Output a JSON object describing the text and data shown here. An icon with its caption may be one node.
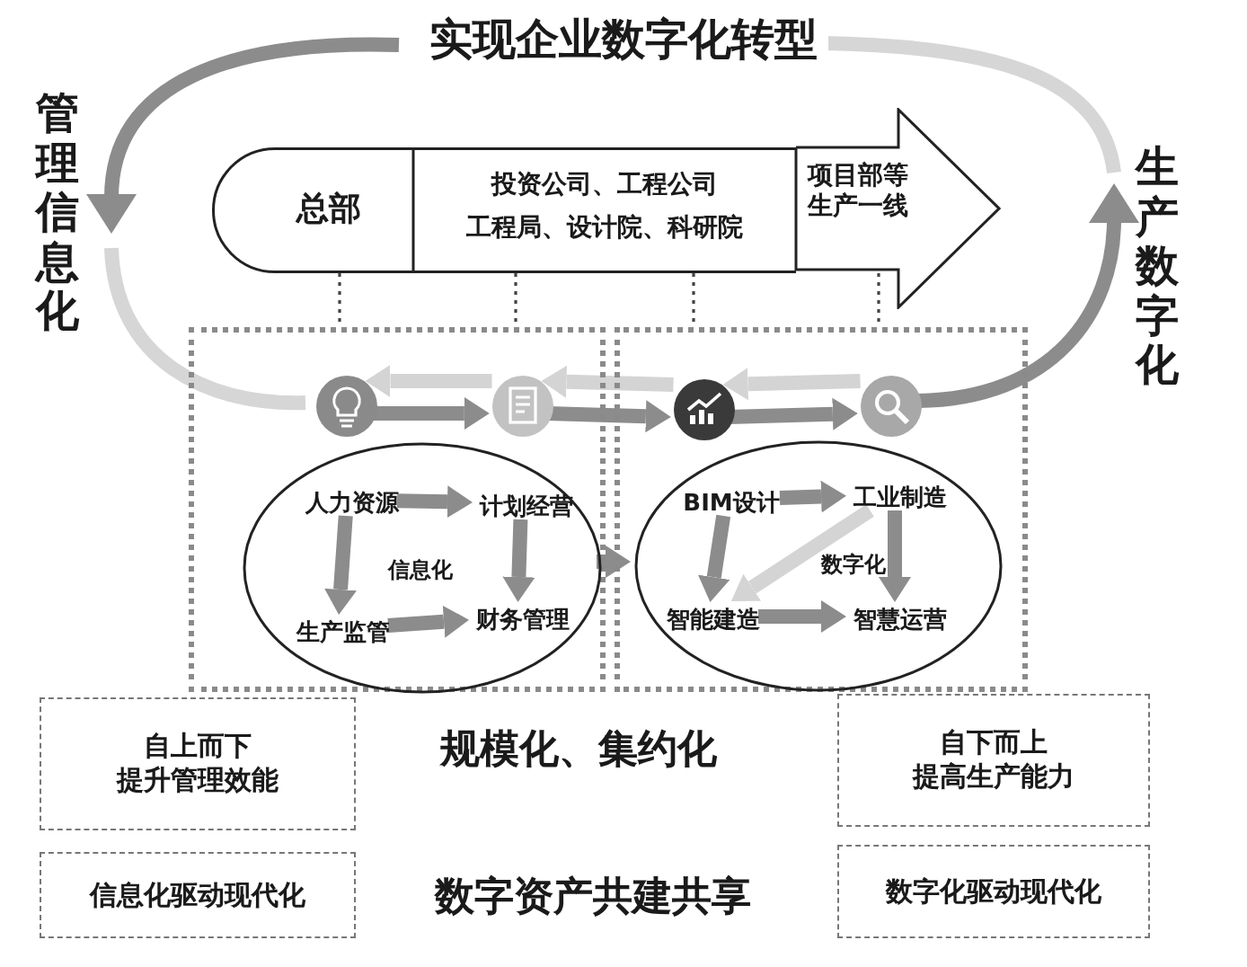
{
  "diagram": {
    "title": "实现企业数字化转型",
    "nodes": [
      {
        "text": [
          "总部"
        ]
      },
      {
        "text": [
          "投资公司、工程公司",
          "工程局、设计院、科研院"
        ]
      },
      {
        "text": [
          "项目部等生产一线"
        ]
      },
      {
        "text": [],
        "shape": "box"
      },
      {
        "text": [],
        "shape": "box"
      },
      {
        "text": [],
        "shape": "circle",
        "in": 3
      },
      {
        "text": [],
        "shape": "circle",
        "in": 3
      },
      {
        "text": [],
        "shape": "circle",
        "in": 4
      },
      {
        "text": [],
        "shape": "circle",
        "in": 4
      },
      {
        "text": [
          "信息化"
        ],
        "in": 3
      },
      {
        "text": [
          "数字化"
        ],
        "in": 4
      },
      {
        "text": [
          "人力资源"
        ],
        "in": 9
      },
      {
        "text": [
          "计划经营"
        ],
        "in": 9
      },
      {
        "text": [
          "生产监管"
        ],
        "in": 9
      },
      {
        "text": [
          "财务管理"
        ],
        "in": 9
      },
      {
        "text": [
          "BIM设计"
        ],
        "in": 10
      },
      {
        "text": [
          "工业制造"
        ],
        "in": 10
      },
      {
        "text": [
          "智能建造"
        ],
        "in": 10
      },
      {
        "text": [
          "智慧运营"
        ],
        "in": 10
      },
      {
        "text": [
          "自上而下",
          "提升管理效能"
        ]
      },
      {
        "text": [
          "信息化驱动现代化"
        ]
      },
      {
        "text": [
          "自下而上",
          "提高生产能力"
        ]
      },
      {
        "text": [
          "数字化驱动现代化"
        ]
      }
    ],
    "edges": [
      {
        "from": 5,
        "to": 6,
        "arrow": "to"
      },
      {
        "from": 6,
        "to": 7,
        "arrow": "to"
      },
      {
        "from": 7,
        "to": 8,
        "arrow": "to"
      },
      {
        "from": 6,
        "to": 5,
        "arrow": "to",
        "color": "#d4d4d4"
      },
      {
        "from": 7,
        "to": 6,
        "arrow": "to",
        "color": "#d4d4d4"
      },
      {
        "from": 8,
        "to": 7,
        "arrow": "to",
        "color": "#d4d4d4"
      },
      {
        "from": 11,
        "to": 12,
        "arrow": "to"
      },
      {
        "from": 11,
        "to": 13,
        "arrow": "to"
      },
      {
        "from": 12,
        "to": 14,
        "arrow": "to"
      },
      {
        "from": 13,
        "to": 14,
        "arrow": "to"
      },
      {
        "from": 15,
        "to": 16,
        "arrow": "to"
      },
      {
        "from": 15,
        "to": 17,
        "arrow": "to"
      },
      {
        "from": 16,
        "to": 18,
        "arrow": "to"
      },
      {
        "from": 17,
        "to": 18,
        "arrow": "to"
      },
      {
        "from": 16,
        "to": 17,
        "arrow": "to",
        "color": "#d4d4d4"
      },
      {
        "from": 9,
        "to": 10,
        "arrow": "to"
      },
      {
        "from": 0,
        "to": 3,
        "arrow": "none",
        "style": "dashed",
        "color": "#444444"
      },
      {
        "from": 1,
        "to": 3,
        "arrow": "none",
        "style": "dashed",
        "color": "#444444"
      },
      {
        "from": 1,
        "to": 4,
        "arrow": "none",
        "style": "dashed",
        "color": "#444444"
      },
      {
        "from": 2,
        "to": 4,
        "arrow": "none",
        "style": "dashed",
        "color": "#444444"
      }
    ],
    "labels": [
      "管理信息化",
      "生产数字化",
      "规模化、集约化",
      "数字资产共建共享"
    ]
  }
}
